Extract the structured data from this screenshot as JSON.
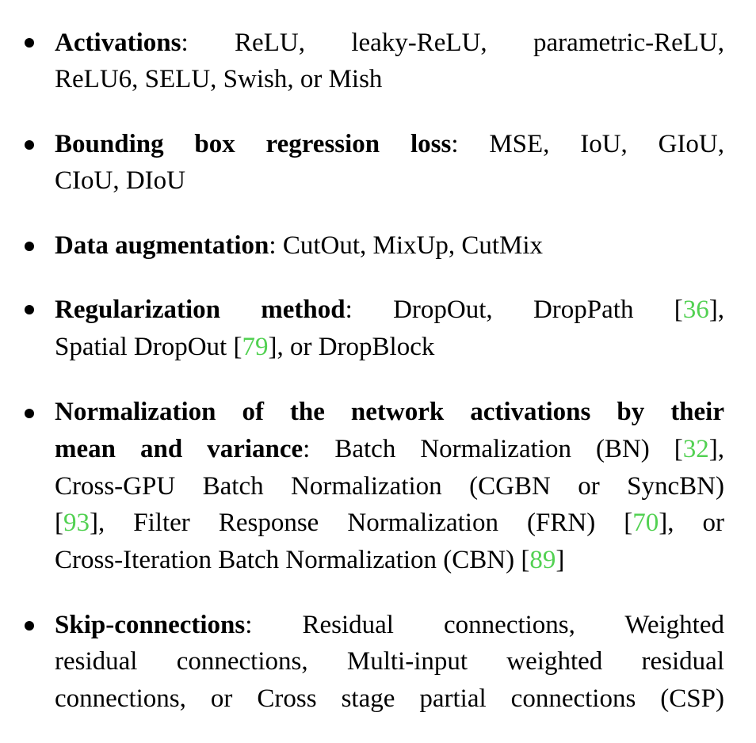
{
  "items": [
    {
      "term": "Activations",
      "text_line1": "ReLU, leaky-ReLU, parametric-ReLU,",
      "text_line2": "ReLU6, SELU, Swish, or Mish"
    },
    {
      "term": "Bounding box regression loss",
      "text_line1": "MSE, IoU, GIoU,",
      "text_line2": "CIoU, DIoU"
    },
    {
      "term": "Data augmentation",
      "text_line1": "CutOut, MixUp, CutMix"
    },
    {
      "term": "Regularization method",
      "text_line1_pre": "DropOut, DropPath [",
      "cite1": "36",
      "text_line1_post": "],",
      "text_line2_pre": "Spatial DropOut [",
      "cite2": "79",
      "text_line2_post": "], or DropBlock"
    },
    {
      "term_line1": "Normalization of the network activations by their",
      "term_line2": "mean and variance",
      "line2_pre": "Batch Normalization (BN) [",
      "cite1": "32",
      "line2_post": "],",
      "line3": "Cross-GPU Batch Normalization (CGBN or SyncBN)",
      "line4_a": "[",
      "cite2": "93",
      "line4_b": "], Filter Response Normalization (FRN) [",
      "cite3": "70",
      "line4_c": "], or",
      "line5_pre": "Cross-Iteration Batch Normalization (CBN) [",
      "cite4": "89",
      "line5_post": "]"
    },
    {
      "term": "Skip-connections",
      "text_line1": "Residual connections, Weighted",
      "text_line2": "residual connections, Multi-input weighted residual",
      "text_line3": "connections, or Cross stage partial connections (CSP)"
    }
  ]
}
